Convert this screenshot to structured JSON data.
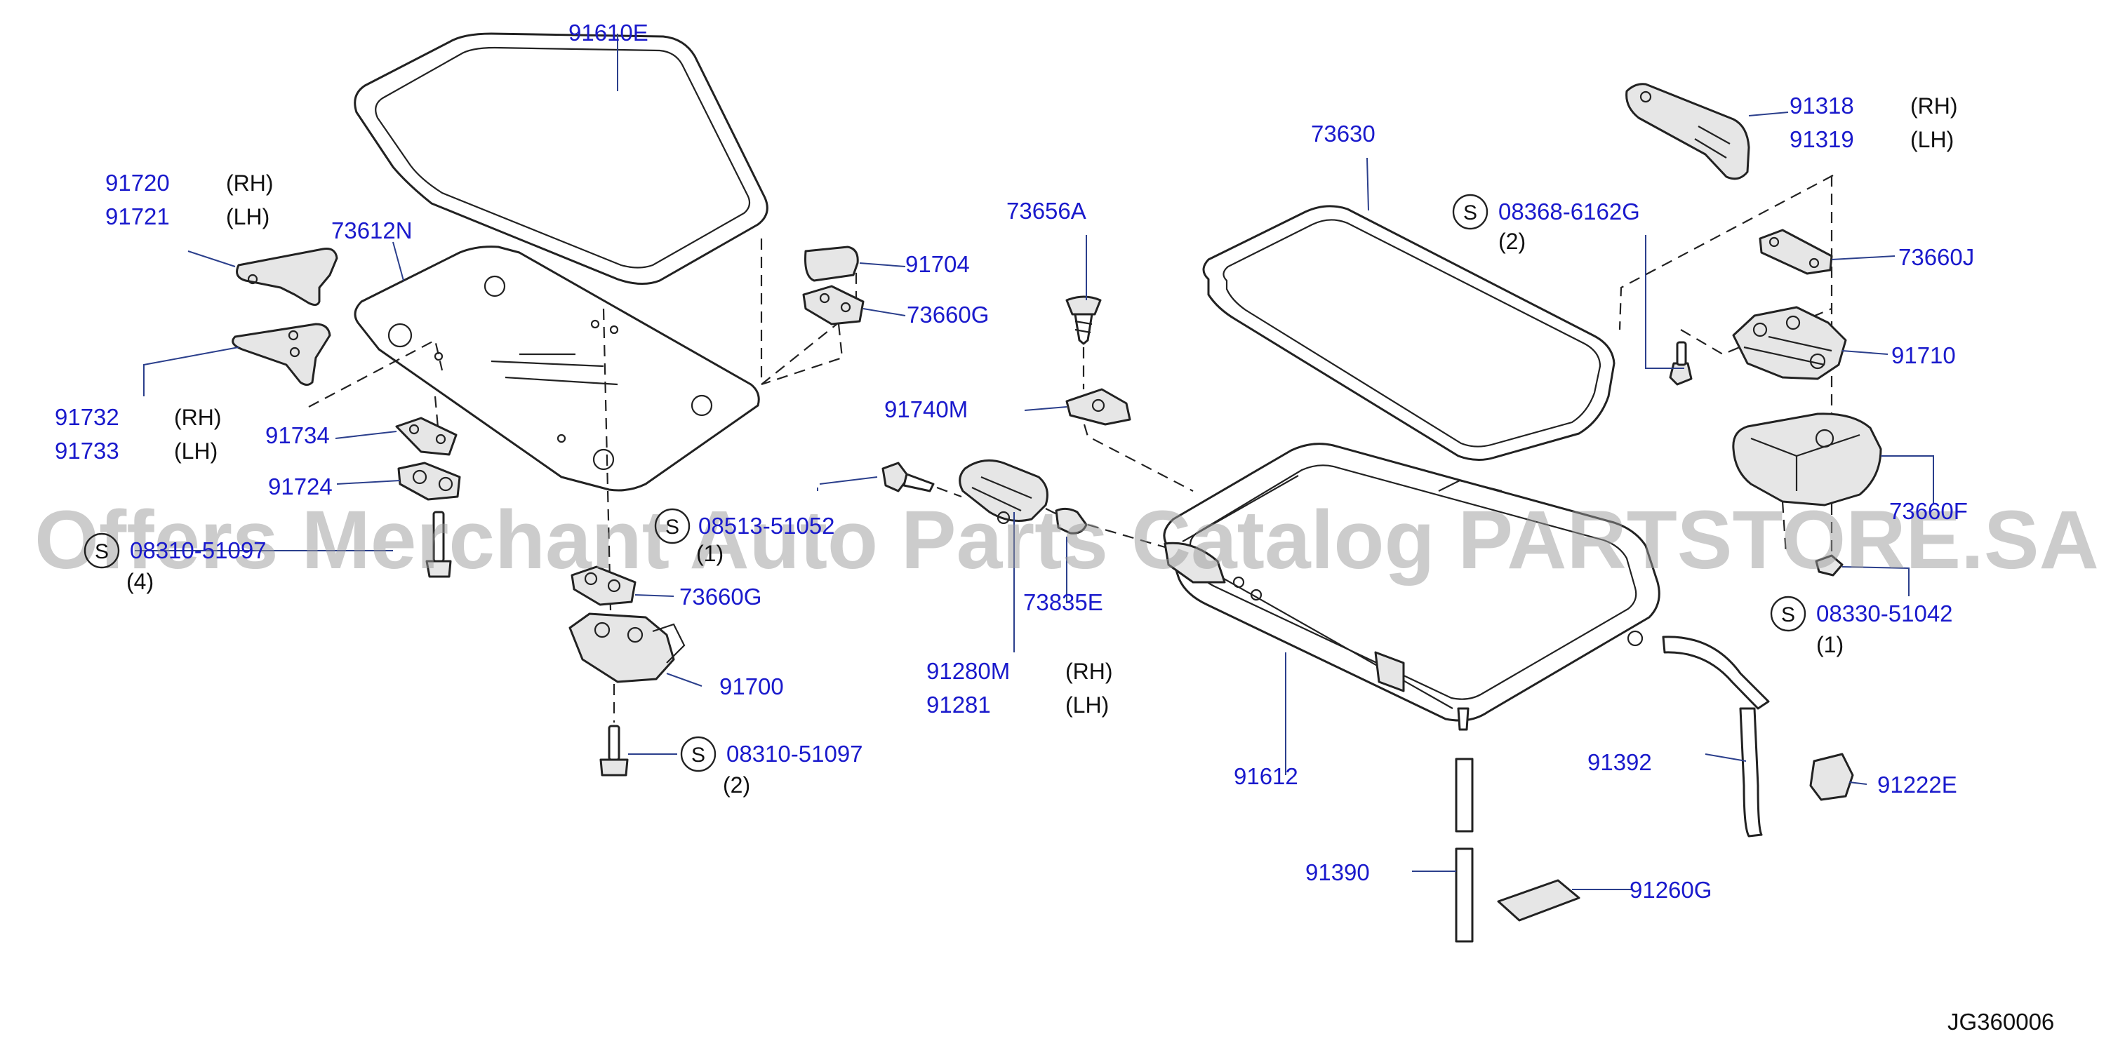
{
  "diagram_ref": "JG360006",
  "watermark": "Offers Merchant Auto Parts Catalog PARTSTORE.SA",
  "colors": {
    "part_label": "#1a1acc",
    "leader": "#2b3f8c",
    "line_art": "#222222",
    "watermark": "#9a9a9a"
  },
  "parts": {
    "p91610E": "91610E",
    "p91720": "91720",
    "p91721": "91721",
    "p73612N": "73612N",
    "p91732": "91732",
    "p91733": "91733",
    "p91734": "91734",
    "p91724": "91724",
    "p08310_51097_a": "08310-51097",
    "p91704": "91704",
    "p73660G_a": "73660G",
    "p73656A": "73656A",
    "p91740M": "91740M",
    "p08513_51052": "08513-51052",
    "p73660G_b": "73660G",
    "p91700": "91700",
    "p08310_51097_b": "08310-51097",
    "p73835E": "73835E",
    "p91280M": "91280M",
    "p91281": "91281",
    "p73630": "73630",
    "p08368_6162G": "08368-6162G",
    "p91318": "91318",
    "p91319": "91319",
    "p73660J": "73660J",
    "p91710": "91710",
    "p73660F": "73660F",
    "p08330_51042": "08330-51042",
    "p91612": "91612",
    "p91392": "91392",
    "p91222E": "91222E",
    "p91390": "91390",
    "p91260G": "91260G"
  },
  "sides": {
    "rh": "(RH)",
    "lh": "(LH)"
  },
  "standard_mark": "S",
  "quantities": {
    "q1": "(1)",
    "q2": "(2)",
    "q4": "(4)"
  }
}
